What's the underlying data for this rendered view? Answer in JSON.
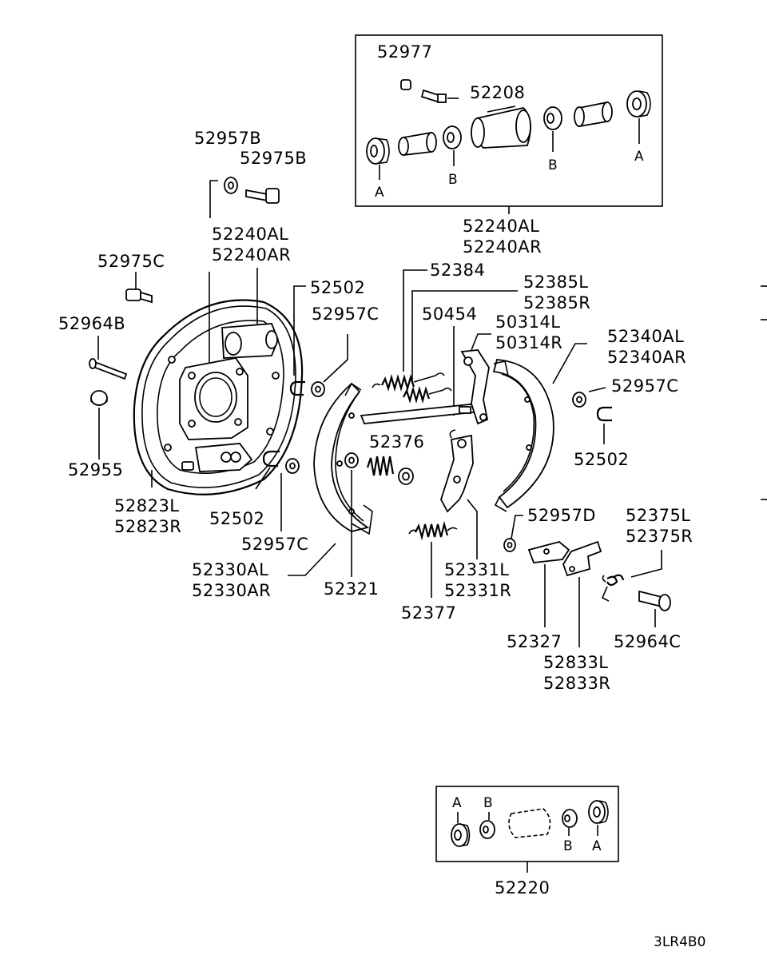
{
  "labels": {
    "p52977": "52977",
    "p52208": "52208",
    "p52957B": "52957B",
    "p52975B": "52975B",
    "p52240AL_top": "52240AL",
    "p52240AR_top": "52240AR",
    "p52240AL_box": "52240AL",
    "p52240AR_box": "52240AR",
    "p52975C": "52975C",
    "p52964B": "52964B",
    "p52955": "52955",
    "p52823L": "52823L",
    "p52823R": "52823R",
    "p52502_a": "52502",
    "p52957C_a": "52957C",
    "p52384": "52384",
    "p52385L": "52385L",
    "p52385R": "52385R",
    "p50454": "50454",
    "p50314L": "50314L",
    "p50314R": "50314R",
    "p52340AL": "52340AL",
    "p52340AR": "52340AR",
    "p52957C_b": "52957C",
    "p52502_b": "52502",
    "p52376": "52376",
    "p52502_c": "52502",
    "p52957C_c": "52957C",
    "p52330AL": "52330AL",
    "p52330AR": "52330AR",
    "p52321": "52321",
    "p52377": "52377",
    "p52331L": "52331L",
    "p52331R": "52331R",
    "p52957D": "52957D",
    "p52375L": "52375L",
    "p52375R": "52375R",
    "p52327": "52327",
    "p52833L": "52833L",
    "p52833R": "52833R",
    "p52964C": "52964C",
    "p52220": "52220"
  },
  "markers": {
    "top_A_left": "A",
    "top_B_left": "B",
    "top_B_right": "B",
    "top_A_right": "A",
    "bot_A_top": "A",
    "bot_B_top": "B",
    "bot_B_bottom": "B",
    "bot_A_bottom": "A"
  },
  "diagram_code": "3LR4B0"
}
